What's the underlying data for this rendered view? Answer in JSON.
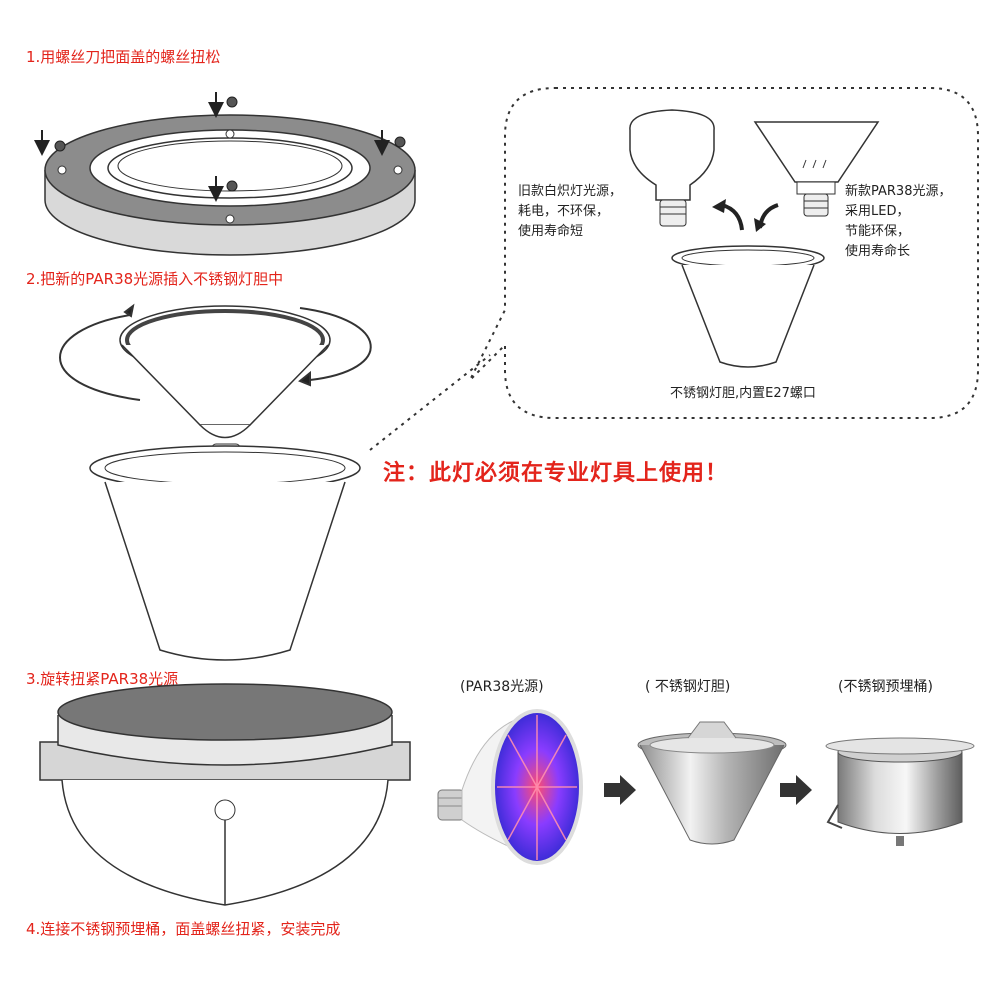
{
  "steps": {
    "step1": "1.用螺丝刀把面盖的螺丝扭松",
    "step2": "2.把新的PAR38光源插入不锈钢灯胆中",
    "step3": "3.旋转扭紧PAR38光源",
    "step4": "4.连接不锈钢预埋桶，面盖螺丝扭紧，安装完成"
  },
  "callout": {
    "old_bulb": "旧款白炽灯光源，\n耗电，不环保，\n使用寿命短",
    "new_bulb": "新款PAR38光源，\n采用LED，\n节能环保，\n使用寿命长",
    "cup_caption": "不锈钢灯胆,内置E27螺口"
  },
  "warning": "注：此灯必须在专业灯具上使用！",
  "products": {
    "par38": "(PAR38光源)",
    "cup": "( 不锈钢灯胆)",
    "bucket": "(不锈钢预埋桶)"
  },
  "colors": {
    "accent_red": "#e3241b",
    "line": "#333333",
    "steel": "#c9c9c9"
  }
}
